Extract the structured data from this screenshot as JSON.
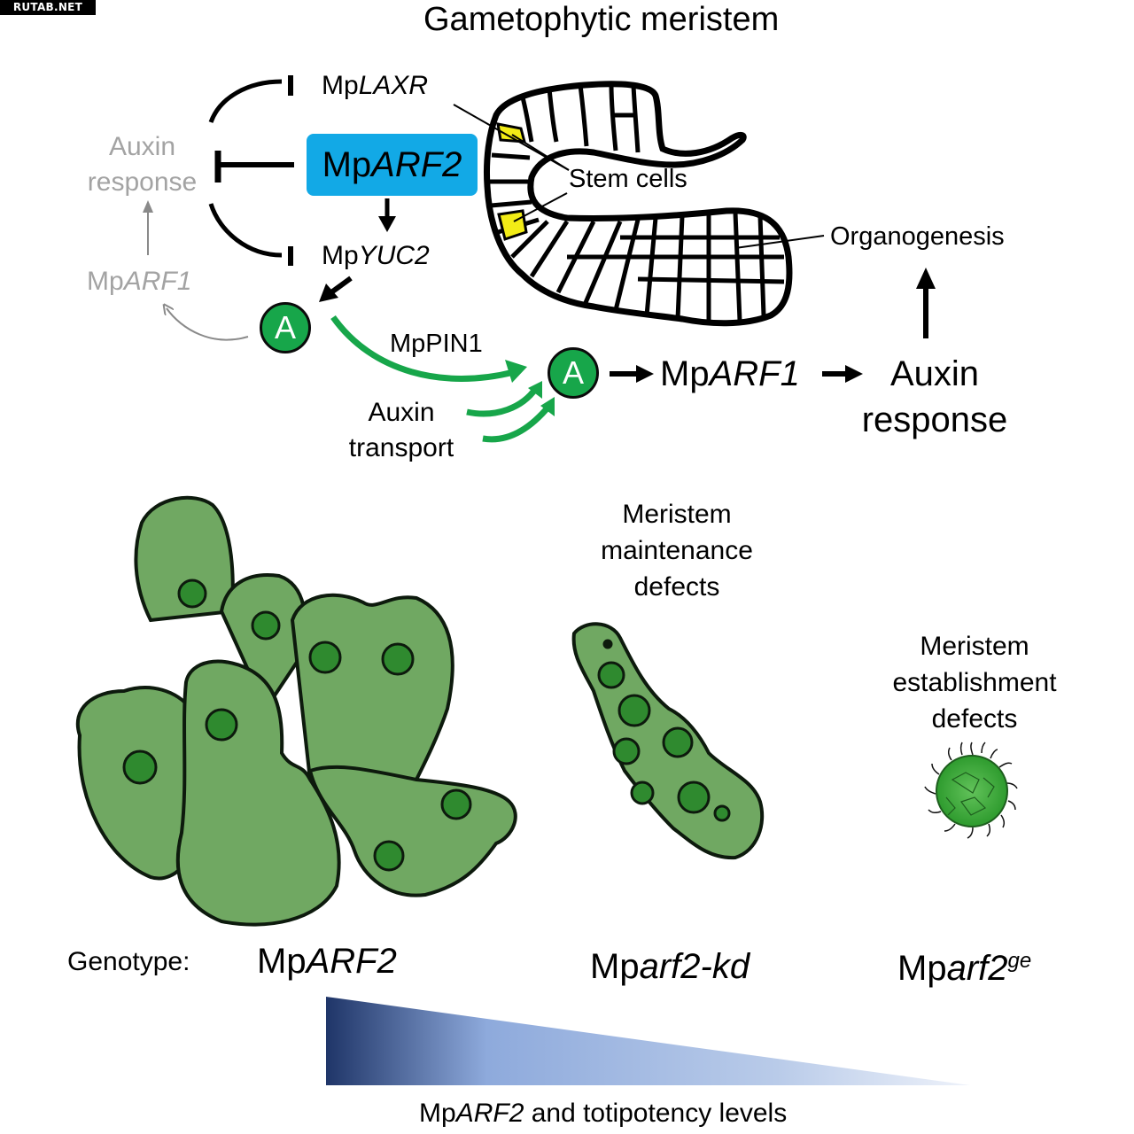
{
  "watermark": "RUTAB.NET",
  "title": "Gametophytic meristem",
  "network": {
    "laxr": {
      "prefix": "Mp",
      "gene": "LAXR"
    },
    "arf2": {
      "prefix": "Mp",
      "gene": "ARF2",
      "box_color": "#12a9e6"
    },
    "yuc2": {
      "prefix": "Mp",
      "gene": "YUC2"
    },
    "auxin_response_gray": {
      "line1": "Auxin",
      "line2": "response"
    },
    "arf1_gray": {
      "prefix": "Mp",
      "gene": "ARF1"
    },
    "auxin_symbol": "A",
    "pin1": "MpPIN1",
    "auxin_transport": {
      "line1": "Auxin",
      "line2": "transport"
    },
    "arf1": {
      "prefix": "Mp",
      "gene": "ARF1"
    },
    "auxin_response": {
      "line1": "Auxin",
      "line2": "response"
    },
    "organogenesis": "Organogenesis",
    "stem_cells": "Stem cells",
    "colors": {
      "auxin_green": "#17a64a",
      "stem_cell_yellow": "#f2ec16",
      "inactive_gray": "#a3a3a3"
    }
  },
  "phenotypes": {
    "kd_label": {
      "line1": "Meristem",
      "line2": "maintenance",
      "line3": "defects"
    },
    "ge_label": {
      "line1": "Meristem",
      "line2": "establishment",
      "line3": "defects"
    }
  },
  "genotypes": {
    "label": "Genotype:",
    "wt": {
      "prefix": "Mp",
      "gene": "ARF2"
    },
    "kd": {
      "prefix": "Mp",
      "gene": "arf2-kd"
    },
    "ge": {
      "prefix": "Mp",
      "gene": "arf2",
      "superscript": "ge"
    }
  },
  "gradient": {
    "caption_gene": "MpARF2",
    "caption_gene_prefix": "Mp",
    "caption_gene_italic": "ARF2",
    "caption_rest": " and totipotency levels",
    "from_color": "#1f3568",
    "mid_color": "#8eaadc",
    "to_color": "#eef2fa",
    "direction": "decreasing left-to-right"
  }
}
